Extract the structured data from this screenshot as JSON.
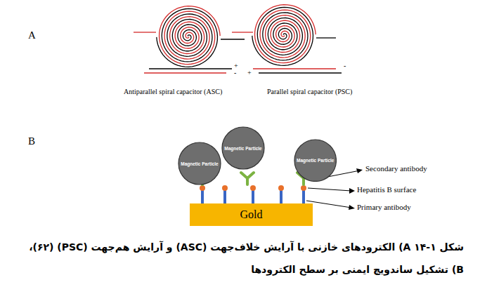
{
  "diagram": {
    "caption": "شکل ۱-۱۴ A) الکترودهای خازنی با آرایش خلاف‌جهت (ASC) و آرایش هم‌جهت (PSC) (۶۲)، B) تشکیل ساندویچ ایمنی بر سطح الکترودها",
    "nodes": [
      {
        "text": [
          "Magnetic Particle"
        ]
      },
      {
        "text": [
          "Magnetic Particle"
        ]
      },
      {
        "text": [
          "Magnetic Particle"
        ]
      },
      {
        "text": [
          "Gold"
        ]
      }
    ],
    "labels": [
      "A",
      "Antiparallel spiral capacitor (ASC)",
      "Parallel spiral capacitor (PSC)",
      "+",
      "-",
      "-",
      "+",
      "B",
      "Secondary antibody",
      "Hepatitis B surface",
      "Primary antibody"
    ]
  }
}
